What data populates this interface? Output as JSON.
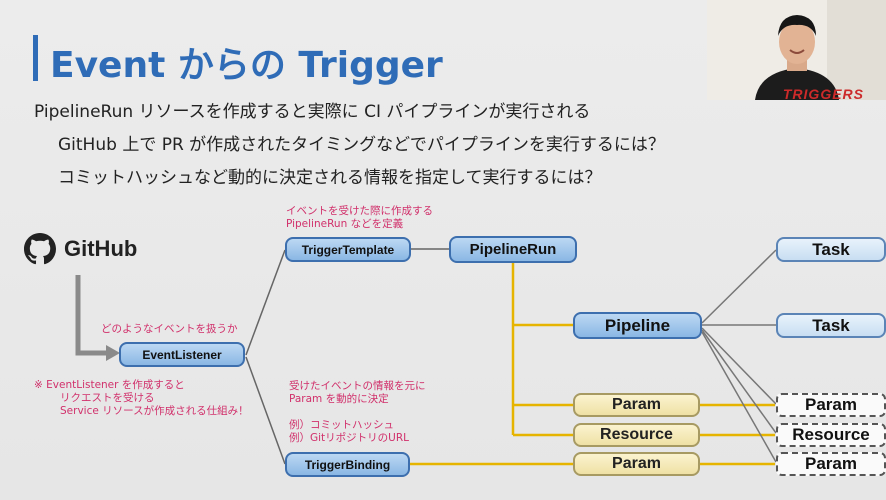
{
  "slide": {
    "title": "Event からの Trigger",
    "lines": [
      "PipelineRun リソースを作成すると実際に CI パイプラインが実行される",
      "GitHub 上で PR が作成されたタイミングなどでパイプラインを実行するには？",
      "コミットハッシュなど動的に決定される情報を指定して実行するには？"
    ]
  },
  "diagram": {
    "github_label": "GitHub",
    "event_listener": "EventListener",
    "trigger_template": "TriggerTemplate",
    "trigger_binding": "TriggerBinding",
    "pipeline_run": "PipelineRun",
    "pipeline": "Pipeline",
    "task1": "Task",
    "task2": "Task",
    "param_mid": "Param",
    "resource_mid": "Resource",
    "param_bottom": "Param",
    "param_right": "Param",
    "resource_right": "Resource",
    "param_right_bottom": "Param",
    "notes": {
      "template_1": "イベントを受けた際に作成する",
      "template_2": "PipelineRun などを定義",
      "listener": "どのようなイベントを扱うか",
      "warn_1": "※ EventListener を作成すると",
      "warn_2": "リクエストを受ける",
      "warn_3": "Service リソースが作成される仕組み！",
      "binding_1": "受けたイベントの情報を元に",
      "binding_2": "Param を動的に決定",
      "example_1": "例）コミットハッシュ",
      "example_2": "例）GitリポジトリのURL"
    }
  },
  "webcam": {
    "overlay_text": "TRIGGERS"
  },
  "colors": {
    "title_blue": "#2f6cb7",
    "note_pink": "#d1306b",
    "connector_yellow": "#e6b400",
    "connector_gray": "#777777"
  }
}
